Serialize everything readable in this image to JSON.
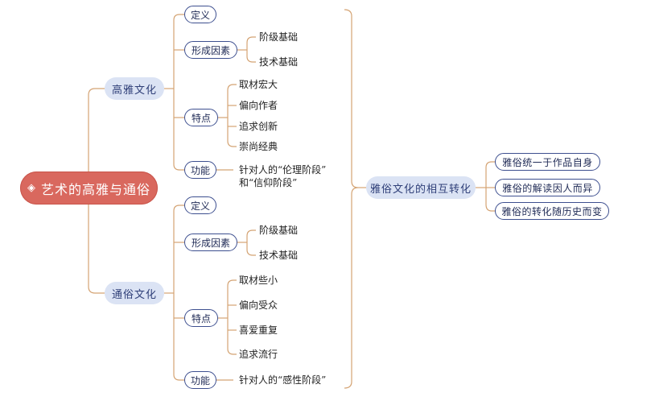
{
  "root": {
    "icon": "diamond-icon",
    "label": "艺术的高雅与通俗"
  },
  "branches": [
    {
      "label": "高雅文化",
      "children": [
        {
          "label": "定义"
        },
        {
          "label": "形成因素",
          "items": [
            "阶级基础",
            "技术基础"
          ]
        },
        {
          "label": "特点",
          "items": [
            "取材宏大",
            "偏向作者",
            "追求创新",
            "崇尚经典"
          ]
        },
        {
          "label": "功能",
          "items": [
            "针对人的“伦理阶段”",
            "和“信仰阶段”"
          ]
        }
      ]
    },
    {
      "label": "通俗文化",
      "children": [
        {
          "label": "定义"
        },
        {
          "label": "形成因素",
          "items": [
            "阶级基础",
            "技术基础"
          ]
        },
        {
          "label": "特点",
          "items": [
            "取材些小",
            "偏向受众",
            "喜爱重复",
            "追求流行"
          ]
        },
        {
          "label": "功能",
          "items": [
            "针对人的“感性阶段”"
          ]
        }
      ]
    }
  ],
  "transform": {
    "label": "雅俗文化的相互转化",
    "items": [
      "雅俗统一于作品自身",
      "雅俗的解读因人而异",
      "雅俗的转化随历史而变"
    ]
  },
  "colors": {
    "root": "#d9685e",
    "branch_fill": "#dbe3f4",
    "line": "#d4a373",
    "node_border": "#3d4f8f"
  }
}
